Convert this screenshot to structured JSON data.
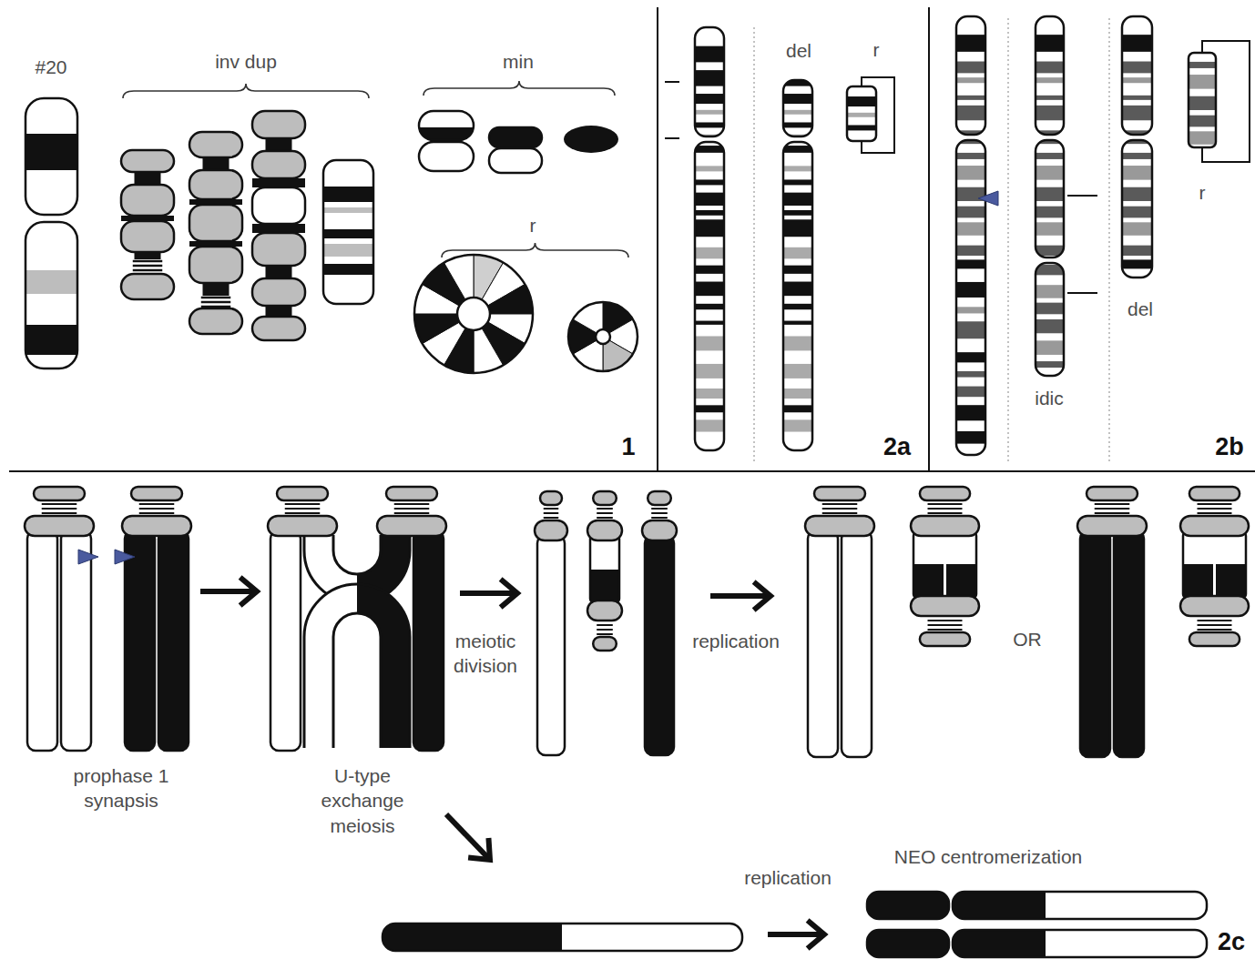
{
  "diagram": {
    "labels": [
      "#20",
      "inv dup",
      "min",
      "r",
      "1",
      "del",
      "r",
      "2a",
      "idic",
      "del",
      "r",
      "2b",
      "prophase 1 synapsis",
      "U-type exchange meiosis",
      "meiotic division",
      "replication",
      "OR",
      "replication",
      "NEO centromerization",
      "2c"
    ]
  }
}
